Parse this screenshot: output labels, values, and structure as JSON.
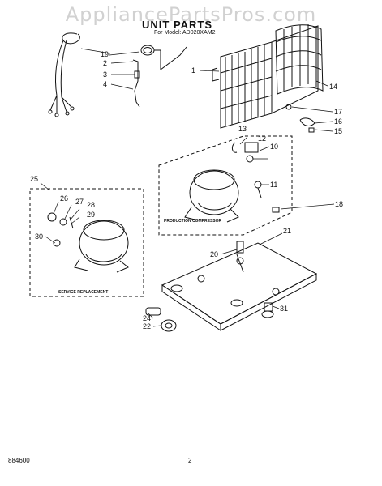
{
  "watermark": "AppliancePartsPros.com",
  "title": "UNIT PARTS",
  "subtitle": "For Model: AD020XAM2",
  "footer": {
    "doc_number": "884600",
    "page": "2"
  },
  "box_labels": {
    "production": "PRODUCTION COMPRESSOR",
    "service": "SERVICE REPLACEMENT"
  },
  "callouts": [
    "1",
    "2",
    "3",
    "4",
    "10",
    "11",
    "12",
    "13",
    "14",
    "15",
    "16",
    "17",
    "18",
    "19",
    "20",
    "21",
    "22",
    "24",
    "25",
    "26",
    "27",
    "28",
    "29",
    "30",
    "31"
  ]
}
